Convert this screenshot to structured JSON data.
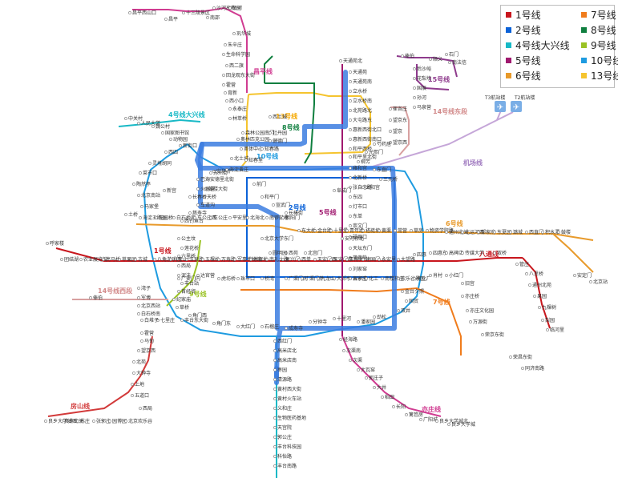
{
  "legend": {
    "items": [
      {
        "label": "1号线",
        "color": "#c8161d"
      },
      {
        "label": "2号线",
        "color": "#0b62d8"
      },
      {
        "label": "4号线大兴线",
        "color": "#18b9c6"
      },
      {
        "label": "5号线",
        "color": "#a0196f"
      },
      {
        "label": "6号线",
        "color": "#e89a2b"
      },
      {
        "label": "7号线",
        "color": "#f07c1c"
      },
      {
        "label": "8号线",
        "color": "#0f7f3f"
      },
      {
        "label": "9号线",
        "color": "#9ac224"
      },
      {
        "label": "10号线",
        "color": "#1e9be0"
      },
      {
        "label": "13号线",
        "color": "#f5c42e"
      }
    ]
  },
  "line_labels": {
    "changping": "昌平线",
    "l13": "13号线",
    "l8": "8号线",
    "l4": "4号线大兴线",
    "l15": "15号线",
    "l14e": "14号线东段",
    "airport": "机场线",
    "l10": "10号线",
    "l2": "2号线",
    "l5": "5号线",
    "l6": "6号线",
    "l1": "1号线",
    "batong": "八通线",
    "l9": "9号线",
    "l14w": "14号线西段",
    "l7": "7号线",
    "fangshan": "房山线",
    "yizhuang": "亦庄线"
  },
  "airport": {
    "t3": "T3航站楼",
    "t2": "T2航站楼"
  },
  "stations": [
    {
      "name": "昌平西山口"
    },
    {
      "name": "昌平"
    },
    {
      "name": "十三陵景区"
    },
    {
      "name": "南邵"
    },
    {
      "name": "沙河高教园"
    },
    {
      "name": "沙河"
    },
    {
      "name": "巩华城"
    },
    {
      "name": "朱辛庄"
    },
    {
      "name": "生命科学园"
    },
    {
      "name": "西二旗"
    },
    {
      "name": "回龙观东大街"
    },
    {
      "name": "霍营"
    },
    {
      "name": "育新"
    },
    {
      "name": "西小口"
    },
    {
      "name": "永泰庄"
    },
    {
      "name": "林萃桥"
    },
    {
      "name": "森林公园南门"
    },
    {
      "name": "奥林匹克公园"
    },
    {
      "name": "奥体中心"
    },
    {
      "name": "北土城"
    },
    {
      "name": "安华桥"
    },
    {
      "name": "安德里北街"
    },
    {
      "name": "鼓楼大街"
    },
    {
      "name": "天桥"
    },
    {
      "name": "天通苑北"
    },
    {
      "name": "天通苑"
    },
    {
      "name": "天通苑南"
    },
    {
      "name": "立水桥"
    },
    {
      "name": "立水桥南"
    },
    {
      "name": "北苑路北"
    },
    {
      "name": "大屯路东"
    },
    {
      "name": "惠新西街北口"
    },
    {
      "name": "惠新西街南口"
    },
    {
      "name": "和平西桥"
    },
    {
      "name": "和平里北街"
    },
    {
      "name": "雍和宫"
    },
    {
      "name": "北新桥"
    },
    {
      "name": "张自忠路"
    },
    {
      "name": "东四"
    },
    {
      "name": "灯市口"
    },
    {
      "name": "东单"
    },
    {
      "name": "崇文门"
    },
    {
      "name": "磁器口"
    },
    {
      "name": "天坛东门"
    },
    {
      "name": "蒲黄榆"
    },
    {
      "name": "刘家窑"
    },
    {
      "name": "宋家庄"
    },
    {
      "name": "俸伯"
    },
    {
      "name": "顺义"
    },
    {
      "name": "石门"
    },
    {
      "name": "南法信"
    },
    {
      "name": "后沙峪"
    },
    {
      "name": "花梨坎"
    },
    {
      "name": "国展"
    },
    {
      "name": "孙河"
    },
    {
      "name": "马泉营"
    },
    {
      "name": "崔各庄"
    },
    {
      "name": "望京东"
    },
    {
      "name": "望京"
    },
    {
      "name": "望京西"
    },
    {
      "name": "芍药居"
    },
    {
      "name": "光熙门"
    },
    {
      "name": "柳芳"
    },
    {
      "name": "东直门"
    },
    {
      "name": "三元桥"
    },
    {
      "name": "太阳宫"
    },
    {
      "name": "西土城"
    },
    {
      "name": "牡丹园"
    },
    {
      "name": "健德门"
    },
    {
      "name": "知春路"
    },
    {
      "name": "知春里"
    },
    {
      "name": "海淀黄庄"
    },
    {
      "name": "苏州街"
    },
    {
      "name": "巴沟"
    },
    {
      "name": "火器营"
    },
    {
      "name": "长春桥"
    },
    {
      "name": "车道沟"
    },
    {
      "name": "慈寿寺"
    },
    {
      "name": "西钓鱼台"
    },
    {
      "name": "公主坟"
    },
    {
      "name": "莲花桥"
    },
    {
      "name": "六里桥"
    },
    {
      "name": "西局"
    },
    {
      "name": "泥洼"
    },
    {
      "name": "丰台站"
    },
    {
      "name": "首经贸"
    },
    {
      "name": "纪家庙"
    },
    {
      "name": "草桥"
    },
    {
      "name": "角门西"
    },
    {
      "name": "角门东"
    },
    {
      "name": "大红门"
    },
    {
      "name": "石榴庄"
    },
    {
      "name": "成寿寺"
    },
    {
      "name": "分钟寺"
    },
    {
      "name": "十里河"
    },
    {
      "name": "潘家园"
    },
    {
      "name": "劲松"
    },
    {
      "name": "双井"
    },
    {
      "name": "国贸"
    },
    {
      "name": "金台夕照"
    },
    {
      "name": "呼家楼"
    },
    {
      "name": "团结湖"
    },
    {
      "name": "农业展览馆"
    },
    {
      "name": "亮马桥"
    },
    {
      "name": "苹果园"
    },
    {
      "name": "古城"
    },
    {
      "name": "八角游乐园"
    },
    {
      "name": "八宝山"
    },
    {
      "name": "玉泉路"
    },
    {
      "name": "五棵松"
    },
    {
      "name": "万寿路"
    },
    {
      "name": "军事博物馆"
    },
    {
      "name": "木樨地"
    },
    {
      "name": "南礼士路"
    },
    {
      "name": "复兴门"
    },
    {
      "name": "西单"
    },
    {
      "name": "天安门西"
    },
    {
      "name": "天安门东"
    },
    {
      "name": "王府井"
    },
    {
      "name": "建国门"
    },
    {
      "name": "永安里"
    },
    {
      "name": "大望路"
    },
    {
      "name": "四惠"
    },
    {
      "name": "四惠东"
    },
    {
      "name": "高碑店"
    },
    {
      "name": "传媒大学"
    },
    {
      "name": "双桥"
    },
    {
      "name": "管庄"
    },
    {
      "name": "八里桥"
    },
    {
      "name": "通州北苑"
    },
    {
      "name": "果园"
    },
    {
      "name": "九棵树"
    },
    {
      "name": "梨园"
    },
    {
      "name": "临河里"
    },
    {
      "name": "土桥"
    },
    {
      "name": "海淀五路居"
    },
    {
      "name": "花园桥"
    },
    {
      "name": "白石桥南"
    },
    {
      "name": "车公庄西"
    },
    {
      "name": "车公庄"
    },
    {
      "name": "平安里"
    },
    {
      "name": "北海北"
    },
    {
      "name": "南锣鼓巷"
    },
    {
      "name": "朝阳门"
    },
    {
      "name": "东大桥"
    },
    {
      "name": "金台路"
    },
    {
      "name": "十里堡"
    },
    {
      "name": "青年路"
    },
    {
      "name": "褡裢坡"
    },
    {
      "name": "黄渠"
    },
    {
      "name": "常营"
    },
    {
      "name": "草房"
    },
    {
      "name": "物资学院路"
    },
    {
      "name": "通州北关"
    },
    {
      "name": "北运河西"
    },
    {
      "name": "郝家府"
    },
    {
      "name": "东夏园"
    },
    {
      "name": "潞城"
    },
    {
      "name": "西直门"
    },
    {
      "name": "积水潭"
    },
    {
      "name": "鼓楼"
    },
    {
      "name": "安定门"
    },
    {
      "name": "北京站"
    },
    {
      "name": "前门"
    },
    {
      "name": "和平门"
    },
    {
      "name": "宣武门"
    },
    {
      "name": "长椿街"
    },
    {
      "name": "阜成门"
    },
    {
      "name": "安河桥北"
    },
    {
      "name": "北宫门"
    },
    {
      "name": "西苑"
    },
    {
      "name": "圆明园"
    },
    {
      "name": "北京大学东门"
    },
    {
      "name": "中关村"
    },
    {
      "name": "人民大学"
    },
    {
      "name": "魏公村"
    },
    {
      "name": "国家图书馆"
    },
    {
      "name": "动物园"
    },
    {
      "name": "新街口"
    },
    {
      "name": "西四"
    },
    {
      "name": "灵境胡同"
    },
    {
      "name": "菜市口"
    },
    {
      "name": "陶然亭"
    },
    {
      "name": "北京南站"
    },
    {
      "name": "马家堡"
    },
    {
      "name": "新宫"
    },
    {
      "name": "西红门"
    },
    {
      "name": "高米店北"
    },
    {
      "name": "高米店南"
    },
    {
      "name": "枣园"
    },
    {
      "name": "清源路"
    },
    {
      "name": "黄村西大街"
    },
    {
      "name": "黄村火车站"
    },
    {
      "name": "义和庄"
    },
    {
      "name": "生物医药基地"
    },
    {
      "name": "天宫院"
    },
    {
      "name": "郭公庄"
    },
    {
      "name": "丰台科技园"
    },
    {
      "name": "科怡路"
    },
    {
      "name": "丰台南路"
    },
    {
      "name": "丰台东大街"
    },
    {
      "name": "七里庄"
    },
    {
      "name": "白堆子"
    },
    {
      "name": "白石桥南"
    },
    {
      "name": "北京西站"
    },
    {
      "name": "军博"
    },
    {
      "name": "湾子"
    },
    {
      "name": "达官营"
    },
    {
      "name": "广安门内"
    },
    {
      "name": "虎坊桥"
    },
    {
      "name": "珠市口"
    },
    {
      "name": "桥湾"
    },
    {
      "name": "广渠门内"
    },
    {
      "name": "广渠门外"
    },
    {
      "name": "九龙山"
    },
    {
      "name": "大郊亭"
    },
    {
      "name": "百子湾"
    },
    {
      "name": "化工"
    },
    {
      "name": "南楼梓庄"
    },
    {
      "name": "欢乐谷景区"
    },
    {
      "name": "焦化厂"
    },
    {
      "name": "肖村"
    },
    {
      "name": "小红门"
    },
    {
      "name": "旧宫"
    },
    {
      "name": "亦庄桥"
    },
    {
      "name": "亦庄文化园"
    },
    {
      "name": "万源街"
    },
    {
      "name": "荣京东街"
    },
    {
      "name": "荣昌东街"
    },
    {
      "name": "同济南路"
    },
    {
      "name": "经海路"
    },
    {
      "name": "次渠南"
    },
    {
      "name": "次渠"
    },
    {
      "name": "大瓦窑"
    },
    {
      "name": "郭庄子"
    },
    {
      "name": "大井"
    },
    {
      "name": "稻田"
    },
    {
      "name": "长阳"
    },
    {
      "name": "篱笆房"
    },
    {
      "name": "广阳城"
    },
    {
      "name": "良乡大学城北"
    },
    {
      "name": "良乡大学城"
    },
    {
      "name": "良乡大学城西"
    },
    {
      "name": "良乡南关"
    },
    {
      "name": "苏庄"
    },
    {
      "name": "张郭庄"
    },
    {
      "name": "园博园"
    },
    {
      "name": "北京欢乐谷"
    },
    {
      "name": "西局"
    },
    {
      "name": "五道口"
    },
    {
      "name": "上地"
    },
    {
      "name": "大钟寺"
    },
    {
      "name": "北苑"
    },
    {
      "name": "望京西"
    },
    {
      "name": "马甸"
    },
    {
      "name": "霍营"
    },
    {
      "name": "俸伯"
    }
  ]
}
